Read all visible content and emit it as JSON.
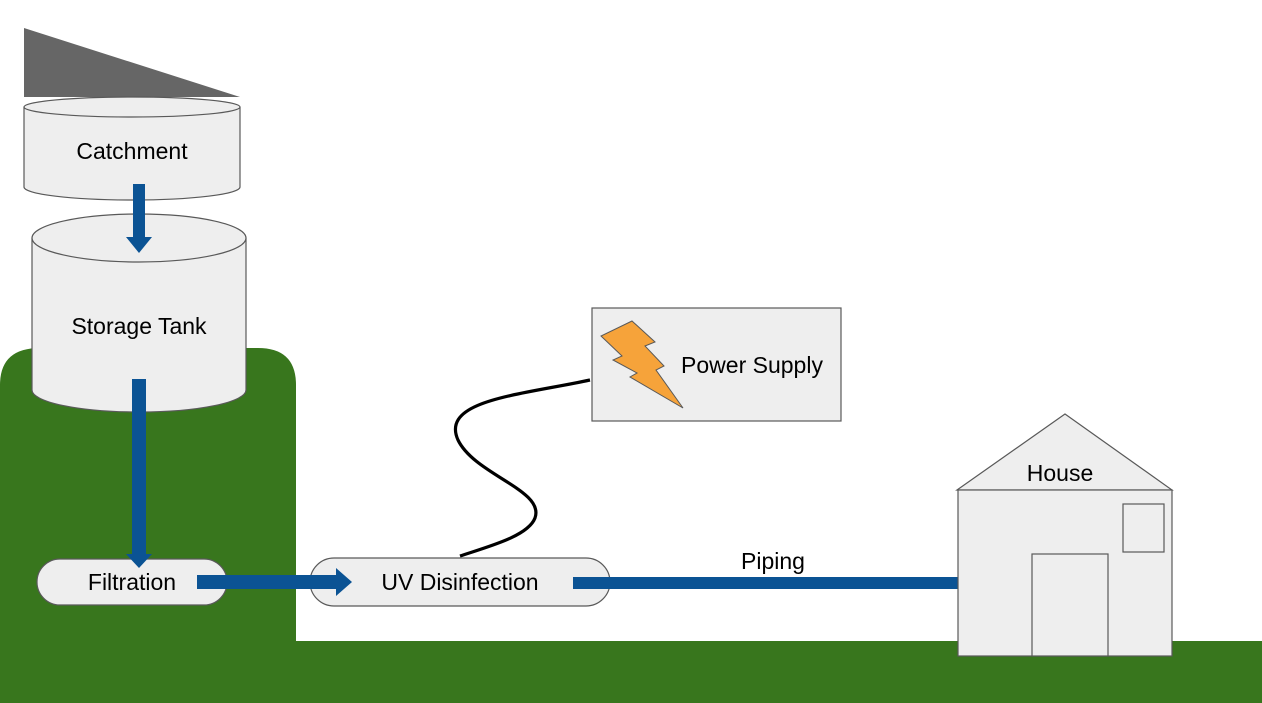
{
  "labels": {
    "catchment": "Catchment",
    "storage_tank": "Storage Tank",
    "filtration": "Filtration",
    "uv_disinfection": "UV Disinfection",
    "power_supply": "Power Supply",
    "piping": "Piping",
    "house": "House"
  },
  "icons": {
    "power": "lightning-bolt-icon",
    "roof": "catchment-roof-icon"
  },
  "colors": {
    "ground": "#38761d",
    "flow_arrow": "#0b5394",
    "shape_fill": "#eeeeee",
    "shape_stroke": "#595959",
    "roof": "#666666",
    "bolt": "#f6a33a",
    "cable": "#000000"
  }
}
